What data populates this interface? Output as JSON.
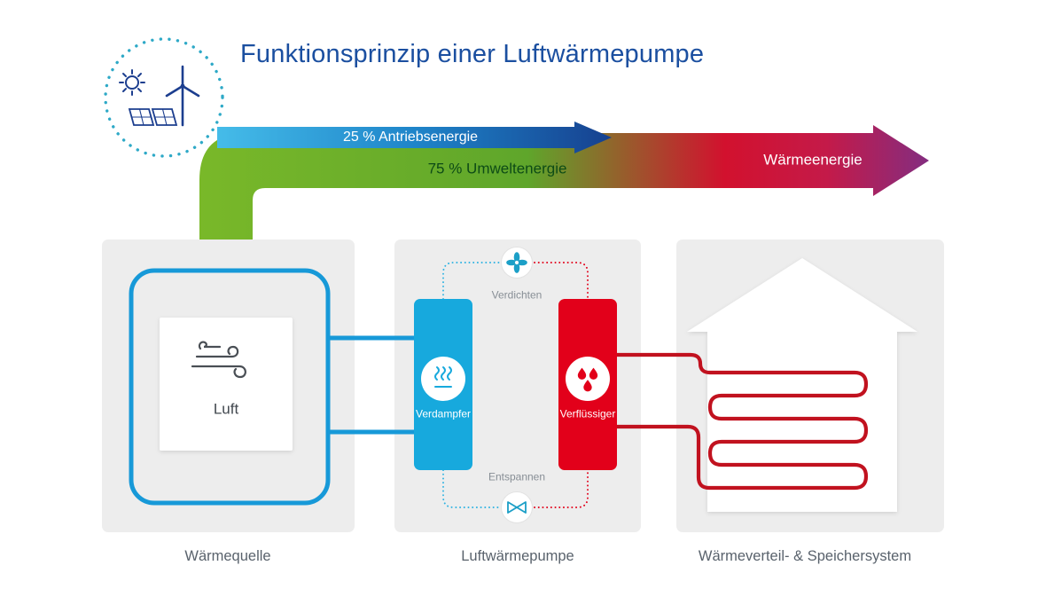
{
  "title": "Funktionsprinzip einer Luftwärmepumpe",
  "energy_flow": {
    "drive_label": "25 % Antriebsenergie",
    "ambient_label": "75 % Umweltenergie",
    "heat_label": "Wärmeenergie"
  },
  "panels": {
    "heat_source": {
      "caption": "Wärmequelle",
      "medium": "Luft"
    },
    "heat_pump": {
      "caption": "Luftwärmepumpe",
      "evaporator": "Verdampfer",
      "condenser": "Verflüssiger",
      "compress": "Verdichten",
      "expand": "Entspannen"
    },
    "heat_distribution": {
      "caption": "Wärmeverteil- & Speichersystem"
    }
  },
  "icons": {
    "source_badge": "renewable-energy-icon (sun, wind-turbine, solar-panels)",
    "air": "wind-icon",
    "evaporator": "steam-icon",
    "condenser": "droplets-icon",
    "compressor": "fan-icon",
    "expansion": "expansion-valve-icon"
  },
  "colors": {
    "title_blue": "#1b4fa0",
    "drive_blue_start": "#45bce9",
    "drive_blue_end": "#16408f",
    "ambient_green": "#79b829",
    "heat_red": "#d2112e",
    "heat_purple": "#832d80",
    "bosch_red": "#e2001a",
    "cyan": "#17a9dd",
    "panel_gray": "#ededed"
  }
}
